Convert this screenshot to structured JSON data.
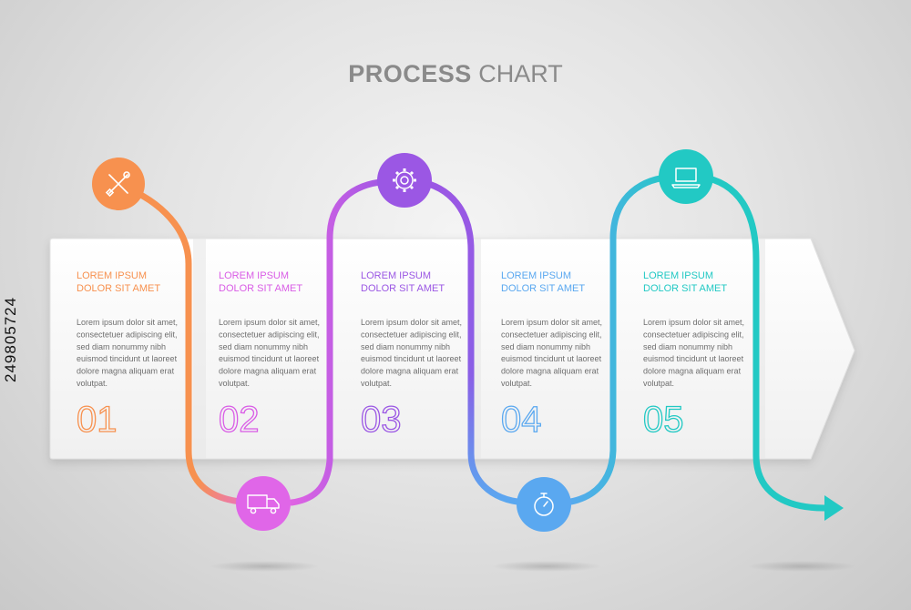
{
  "title": {
    "bold": "PROCESS",
    "light": " CHART"
  },
  "steps": [
    {
      "number": "01",
      "color": "#f7914f",
      "heading": [
        "LOREM IPSUM",
        "DOLOR SIT AMET"
      ],
      "body": [
        "Lorem ipsum dolor sit amet,",
        "consectetuer adipiscing elit,",
        "sed diam nonummy nibh",
        "euismod tincidunt ut laoreet",
        "dolore magna aliquam erat",
        "volutpat."
      ],
      "icon": "wrench-screwdriver-icon"
    },
    {
      "number": "02",
      "color": "#d95ce6",
      "heading": [
        "LOREM IPSUM",
        "DOLOR SIT AMET"
      ],
      "body": [
        "Lorem ipsum dolor sit amet,",
        "consectetuer adipiscing elit,",
        "sed diam nonummy nibh",
        "euismod tincidunt ut laoreet",
        "dolore magna aliquam erat",
        "volutpat."
      ],
      "icon": "delivery-truck-icon"
    },
    {
      "number": "03",
      "color": "#9b57e4",
      "heading": [
        "LOREM IPSUM",
        "DOLOR SIT AMET"
      ],
      "body": [
        "Lorem ipsum dolor sit amet,",
        "consectetuer adipiscing elit,",
        "sed diam nonummy nibh",
        "euismod tincidunt ut laoreet",
        "dolore magna aliquam erat",
        "volutpat."
      ],
      "icon": "gear-icon"
    },
    {
      "number": "04",
      "color": "#5aa8f0",
      "heading": [
        "LOREM IPSUM",
        "DOLOR SIT AMET"
      ],
      "body": [
        "Lorem ipsum dolor sit amet,",
        "consectetuer adipiscing elit,",
        "sed diam nonummy nibh",
        "euismod tincidunt ut laoreet",
        "dolore magna aliquam erat",
        "volutpat."
      ],
      "icon": "stopwatch-icon"
    },
    {
      "number": "05",
      "color": "#22c9c4",
      "heading": [
        "LOREM IPSUM",
        "DOLOR SIT AMET"
      ],
      "body": [
        "Lorem ipsum dolor sit amet,",
        "consectetuer adipiscing elit,",
        "sed diam nonummy nibh",
        "euismod tincidunt ut laoreet",
        "dolore magna aliquam erat",
        "volutpat."
      ],
      "icon": "laptop-icon"
    }
  ],
  "watermark": "249805724"
}
